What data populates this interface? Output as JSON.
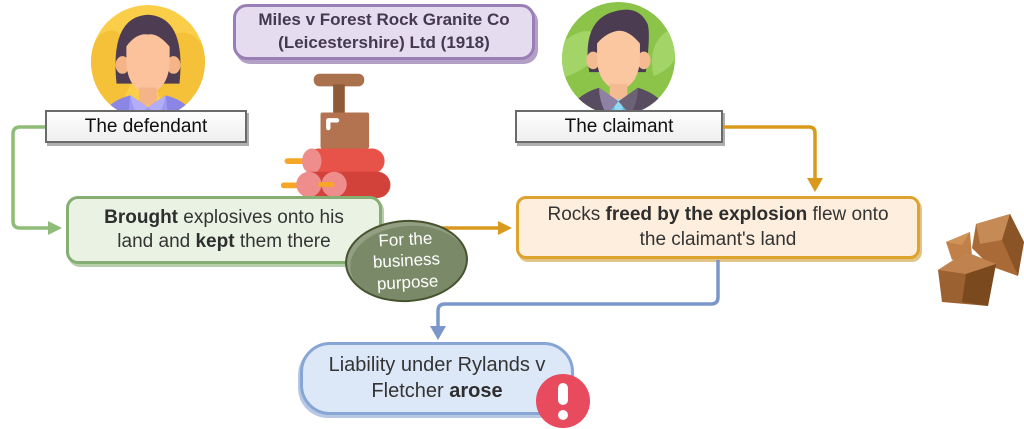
{
  "title": {
    "segments": [
      {
        "text": "Miles v Forest Rock Granite Co"
      },
      {
        "br": true
      },
      {
        "text": "(Leicestershire) Ltd (1918)"
      }
    ]
  },
  "parties": {
    "defendant": {
      "label": "The defendant",
      "avatar_icon": "man-avatar-yellow-icon"
    },
    "claimant": {
      "label": "The claimant",
      "avatar_icon": "man-avatar-green-icon"
    }
  },
  "flow": {
    "brought": {
      "segments": [
        {
          "text": "Brought",
          "bold": true
        },
        {
          "text": " explosives onto his"
        },
        {
          "br": true
        },
        {
          "text": "land and "
        },
        {
          "text": "kept",
          "bold": true
        },
        {
          "text": " them there"
        }
      ]
    },
    "purpose": {
      "segments": [
        {
          "text": "For the"
        },
        {
          "br": true
        },
        {
          "text": "business"
        },
        {
          "br": true
        },
        {
          "text": "purpose"
        }
      ]
    },
    "rocks_freed": {
      "segments": [
        {
          "text": "Rocks "
        },
        {
          "text": "freed by the explosion",
          "bold": true
        },
        {
          "text": " flew onto"
        },
        {
          "br": true
        },
        {
          "text": "the claimant's land"
        }
      ]
    },
    "liability": {
      "segments": [
        {
          "text": "Liability under Rylands v"
        },
        {
          "br": true
        },
        {
          "text": "Fletcher "
        },
        {
          "text": "arose",
          "bold": true
        }
      ]
    }
  },
  "icons": {
    "explosives": "detonator-dynamite-icon",
    "rocks": "rock-fragments-icon",
    "alert": "exclamation-alert-icon"
  },
  "colors": {
    "title_fill": "#e6dcf0",
    "title_border": "#997fb6",
    "label_border": "#6a6a6a",
    "green_fill": "#eaf3e3",
    "green_border": "#86ae73",
    "orange_fill": "#fdeedd",
    "orange_border": "#dda32c",
    "blue_fill": "#dce8f8",
    "blue_border": "#87a6d5",
    "ellipse_fill": "#7a8a68",
    "arrow_green": "#8fbc77",
    "arrow_orange": "#d9991c",
    "arrow_blue": "#7b97c9",
    "alert_red": "#e84a5e"
  }
}
